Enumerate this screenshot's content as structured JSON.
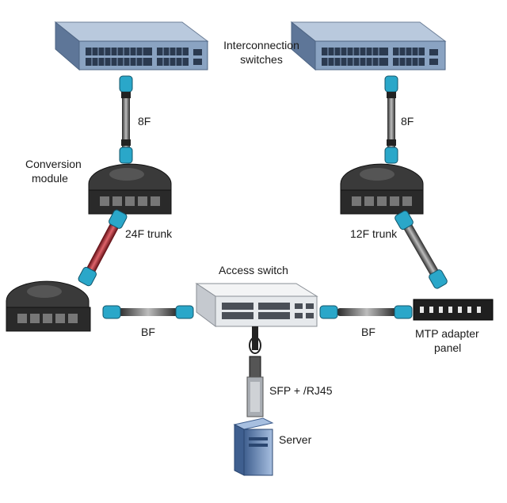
{
  "labels": {
    "interconnection_line1": "Interconnection",
    "interconnection_line2": "switches",
    "conversion_line1": "Conversion",
    "conversion_line2": "module",
    "cable_8f_left": "8F",
    "cable_8f_right": "8F",
    "trunk_24f": "24F trunk",
    "trunk_12f": "12F trunk",
    "access_switch": "Access switch",
    "cable_bf_left": "BF",
    "cable_bf_right": "BF",
    "mtp_line1": "MTP adapter",
    "mtp_line2": "panel",
    "sfp": "SFP + /RJ45",
    "server": "Server"
  },
  "colors": {
    "switch_blue": "#8aa3c2",
    "switch_dark": "#4e6584",
    "access_switch": "#e6e9ec",
    "connector_teal": "#2aa7c9",
    "trunk_red": "#b5232f",
    "module_black": "#2a2a2a",
    "server_blue": "#6b8fc0"
  }
}
